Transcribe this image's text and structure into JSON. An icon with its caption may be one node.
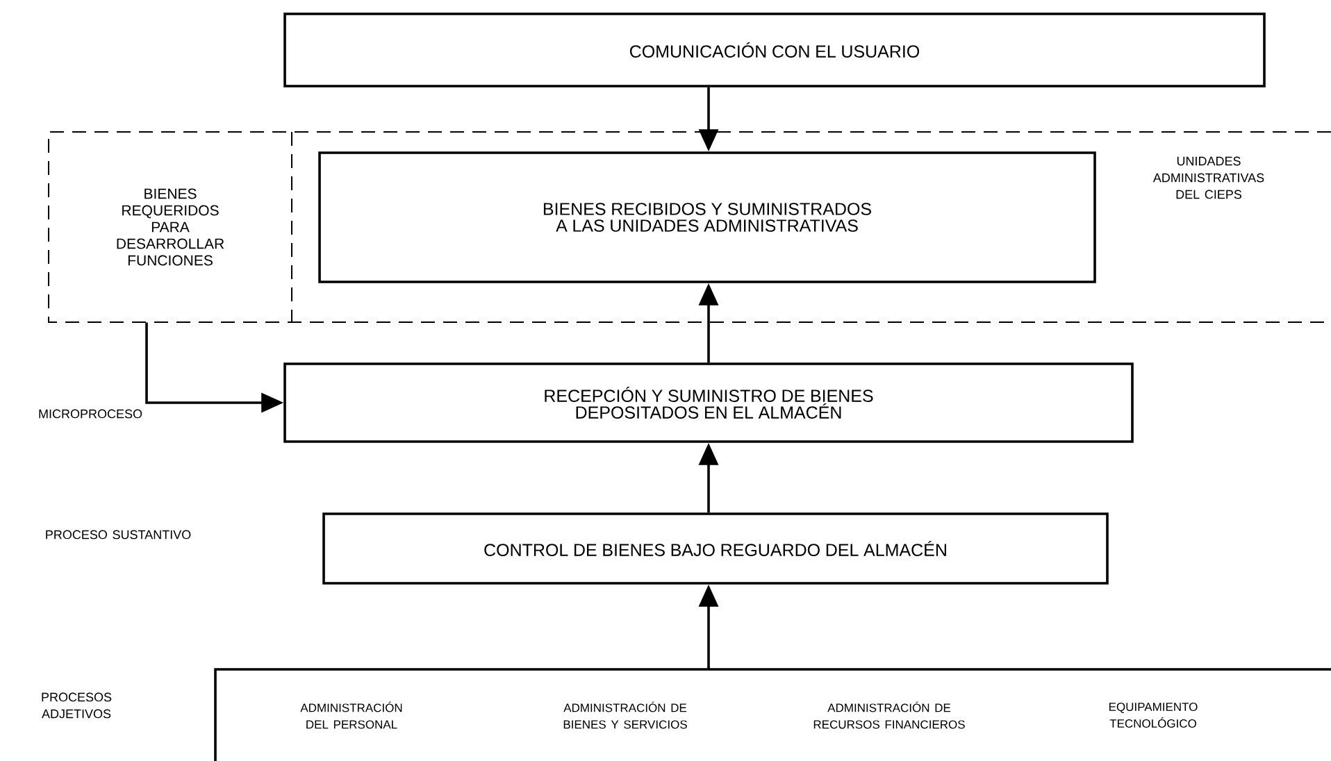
{
  "diagram": {
    "nodes": [
      {
        "text": [
          "COMUNICACIÓN CON EL USUARIO"
        ]
      },
      {
        "text": [
          "UNIDADES ADMINISTRATIVAS DEL CIEPS"
        ]
      },
      {
        "text": [
          "BIENES REQUERIDOS PARA DESARROLLAR FUNCIONES"
        ],
        "in": 1
      },
      {
        "text": [
          "BIENES RECIBIDOS Y SUMINISTRADOS A LAS UNIDADES ADMINISTRATIVAS"
        ],
        "in": 1
      },
      {
        "text": [
          "RECEPCIÓN Y SUMINISTRO DE BIENES DEPOSITADOS EN EL ALMACÉN"
        ]
      },
      {
        "text": [
          "CONTROL  DE BIENES BAJO REGUARDO DEL ALMACÉN"
        ]
      },
      {
        "text": [
          "ADMINISTRACIÓN DEL PERSONAL",
          "ADMINISTRACIÓN DE BIENES Y SERVICIOS",
          "ADMINISTRACIÓN DE RECURSOS FINANCIEROS",
          "EQUIPAMIENTO TECNOLÓGICO"
        ]
      }
    ],
    "edges": [
      {
        "from": 0,
        "to": 3,
        "arrow": "to"
      },
      {
        "from": 2,
        "to": 4,
        "arrow": "to"
      },
      {
        "from": 4,
        "to": 3,
        "arrow": "to"
      },
      {
        "from": 5,
        "to": 4,
        "arrow": "to"
      },
      {
        "from": 6,
        "to": 5,
        "arrow": "to"
      }
    ],
    "labels": [
      "MICROPROCESO",
      "PROCESO SUSTANTIVO",
      "PROCESOS ADJETIVOS"
    ]
  }
}
